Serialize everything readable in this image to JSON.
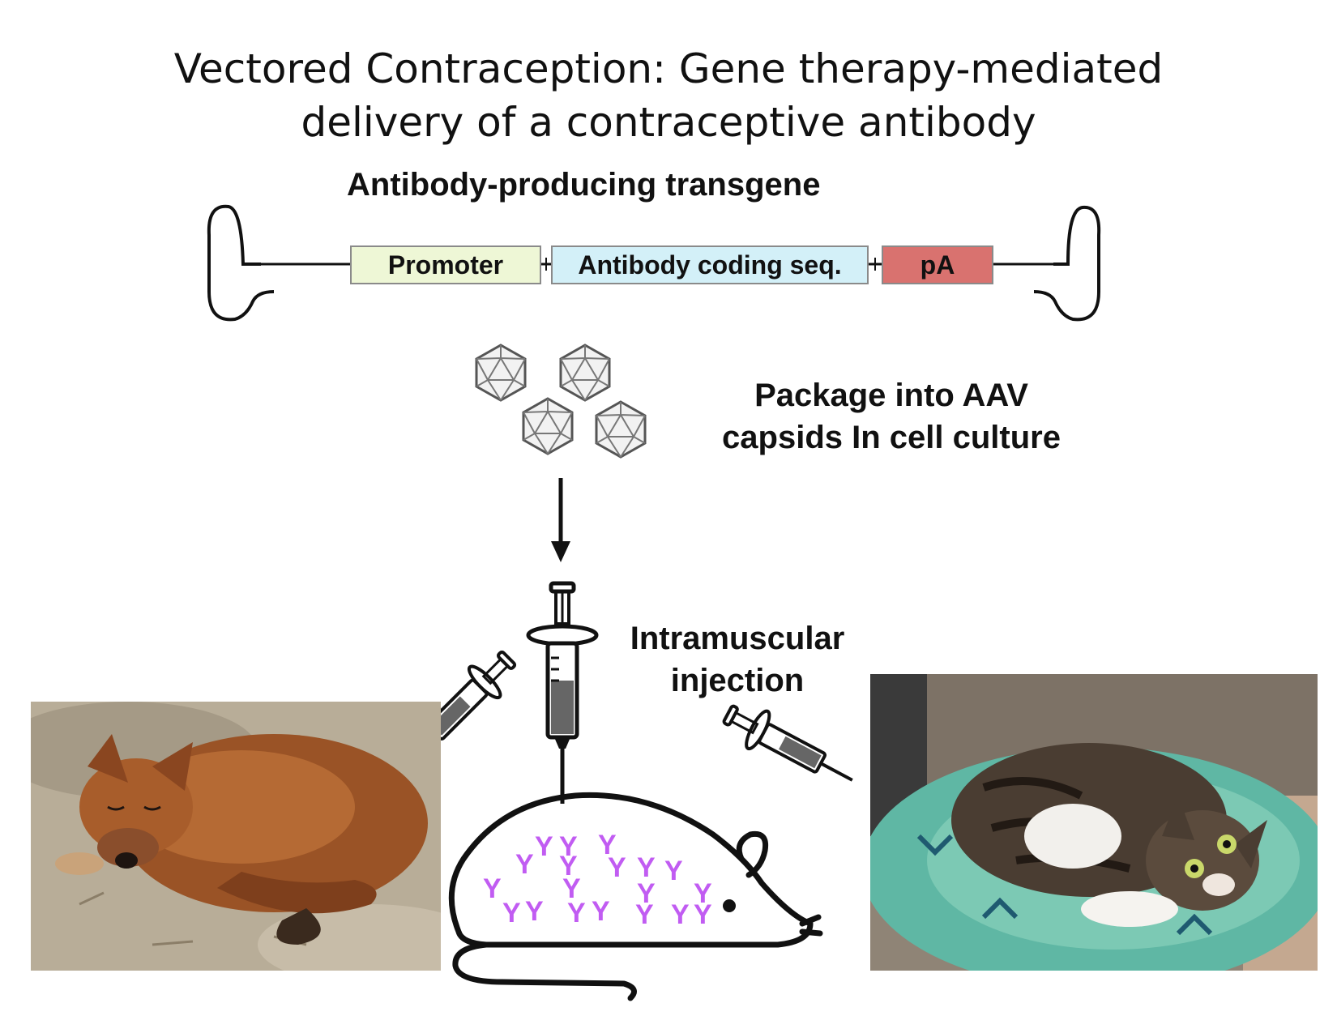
{
  "title": {
    "line1": "Vectored Contraception: Gene therapy-mediated",
    "line2": "delivery of a contraceptive antibody"
  },
  "transgene": {
    "heading": "Antibody-producing transgene",
    "promoter": "Promoter",
    "coding": "Antibody coding seq.",
    "polyA": "pA",
    "colors": {
      "promoter": "#eef7d6",
      "coding": "#d3f0f8",
      "polyA": "#d9726f"
    }
  },
  "packaging": {
    "line1": "Package into AAV",
    "line2": "capsids In cell culture"
  },
  "injection": {
    "line1": "Intramuscular",
    "line2": "injection"
  },
  "antibody_glyph": "Y",
  "antibody_color": "#c15cf2",
  "icons": [
    "aav-capsid-icon",
    "syringe-icon",
    "mouse-icon",
    "down-arrow-icon"
  ],
  "photos": [
    "dog-photo",
    "cat-photo"
  ]
}
